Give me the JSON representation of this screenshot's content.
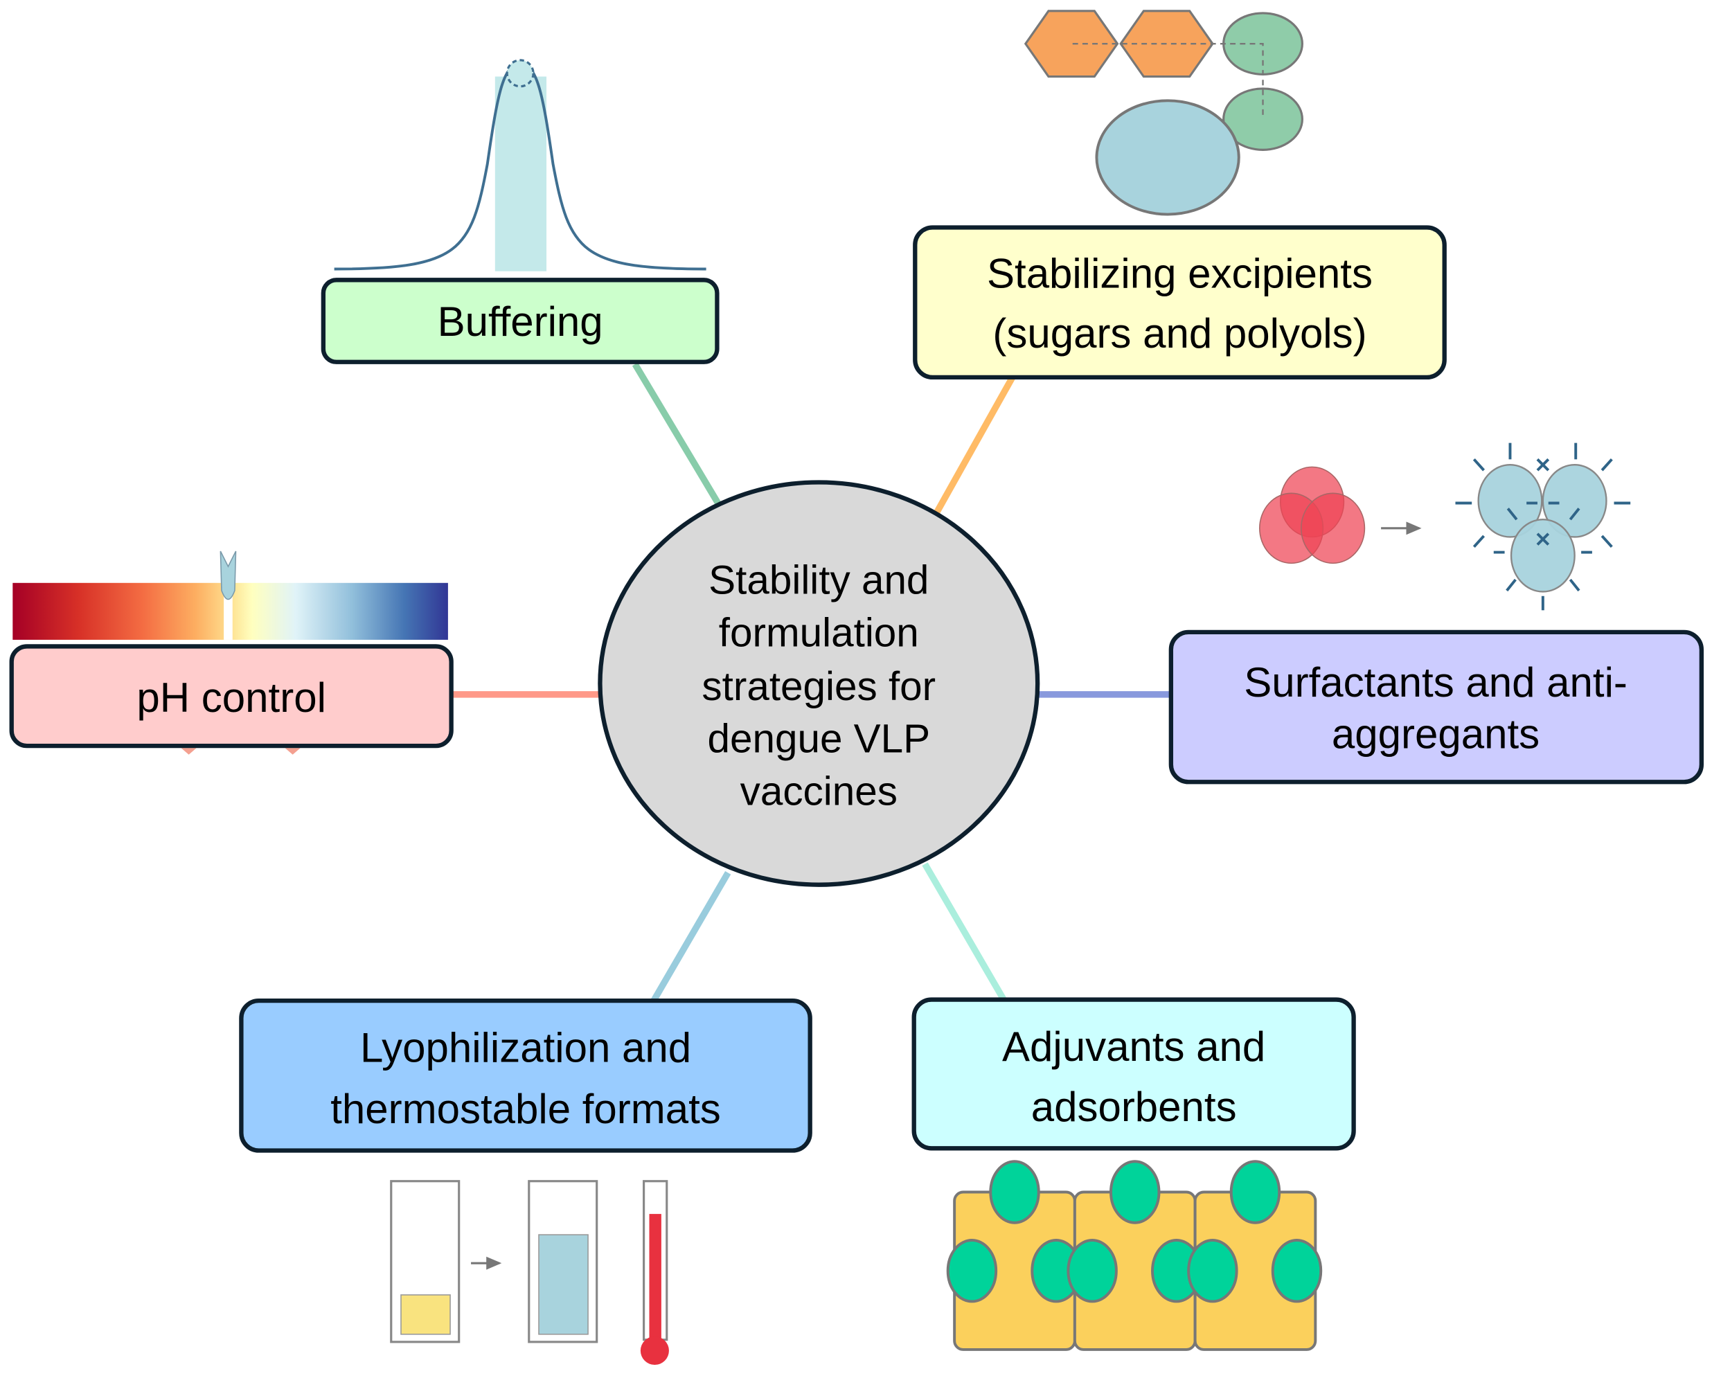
{
  "center": {
    "lines": [
      "Stability and",
      "formulation",
      "strategies for",
      "dengue VLP",
      "vaccines"
    ],
    "color": "#d9d9d9"
  },
  "nodes": {
    "buffering": {
      "lines": [
        "Buffering"
      ],
      "color": "#ccffcc",
      "connector": "#88ccaa"
    },
    "excipients": {
      "lines": [
        "Stabilizing excipients",
        "(sugars and polyols)"
      ],
      "color": "#ffffcc",
      "connector": "#ffbb66"
    },
    "ph": {
      "lines": [
        "pH control"
      ],
      "color": "#ffcccc",
      "connector": "#ff9988"
    },
    "surfactants": {
      "lines": [
        "Surfactants and anti-",
        "aggregants"
      ],
      "color": "#ccccff",
      "connector": "#8899dd"
    },
    "lyophilization": {
      "lines": [
        "Lyophilization and",
        "thermostable formats"
      ],
      "color": "#99ccff",
      "connector": "#99ccdd"
    },
    "adjuvants": {
      "lines": [
        "Adjuvants and",
        "adsorbents"
      ],
      "color": "#ccffff",
      "connector": "#aaeedd"
    }
  }
}
